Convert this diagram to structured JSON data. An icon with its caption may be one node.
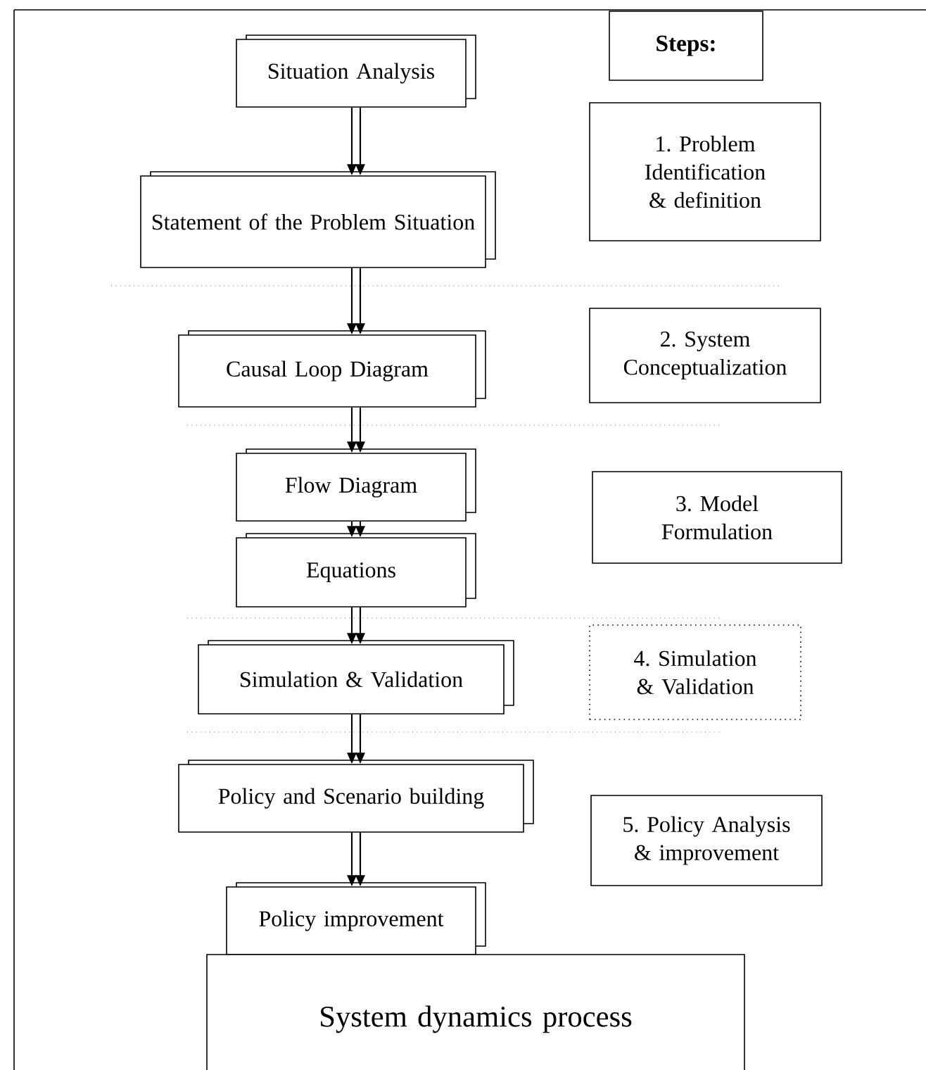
{
  "diagram": {
    "nodes": [
      {
        "text": [
          "Situation Analysis"
        ]
      },
      {
        "text": [
          "Statement of the Problem Situation"
        ]
      },
      {
        "text": [
          "Causal Loop Diagram"
        ]
      },
      {
        "text": [
          "Flow Diagram"
        ]
      },
      {
        "text": [
          "Equations"
        ]
      },
      {
        "text": [
          "Simulation & Validation"
        ]
      },
      {
        "text": [
          "Policy and Scenario building"
        ]
      },
      {
        "text": [
          "Policy improvement"
        ]
      },
      {
        "text": [
          "System dynamics process"
        ]
      },
      {
        "text": [
          "Steps:"
        ]
      },
      {
        "text": [
          "1. Problem Identification & definition"
        ]
      },
      {
        "text": [
          "2. System Conceptualization"
        ]
      },
      {
        "text": [
          "3. Model Formulation"
        ]
      },
      {
        "text": [
          "4. Simulation & Validation"
        ]
      },
      {
        "text": [
          "5. Policy Analysis & improvement"
        ]
      }
    ],
    "edges": [
      {
        "from": 0,
        "to": 1,
        "arrow": "to"
      },
      {
        "from": 0,
        "to": 1,
        "arrow": "to"
      },
      {
        "from": 1,
        "to": 2,
        "arrow": "to"
      },
      {
        "from": 1,
        "to": 2,
        "arrow": "to"
      },
      {
        "from": 2,
        "to": 3,
        "arrow": "to"
      },
      {
        "from": 2,
        "to": 3,
        "arrow": "to"
      },
      {
        "from": 3,
        "to": 4,
        "arrow": "to"
      },
      {
        "from": 3,
        "to": 4,
        "arrow": "to"
      },
      {
        "from": 4,
        "to": 5,
        "arrow": "to"
      },
      {
        "from": 4,
        "to": 5,
        "arrow": "to"
      },
      {
        "from": 5,
        "to": 6,
        "arrow": "to"
      },
      {
        "from": 5,
        "to": 6,
        "arrow": "to"
      },
      {
        "from": 6,
        "to": 7,
        "arrow": "to"
      },
      {
        "from": 6,
        "to": 7,
        "arrow": "to"
      }
    ]
  }
}
